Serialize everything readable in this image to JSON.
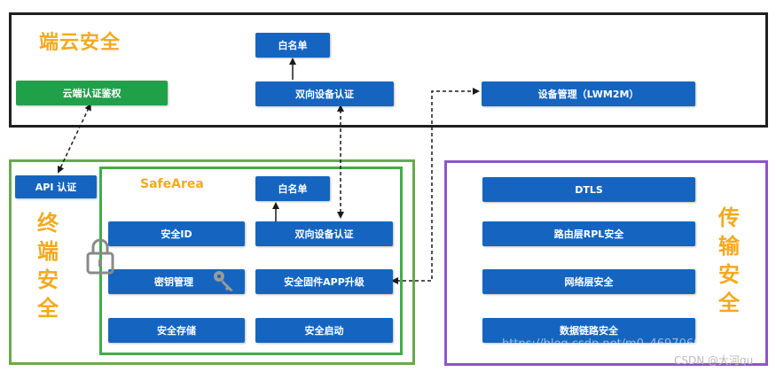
{
  "cloud_security": {
    "title": "端云安全",
    "whitelist": "白名单",
    "mutual_auth": "双向设备认证",
    "device_mgmt": "设备管理（LWM2M）",
    "cloud_auth": "云端认证鉴权"
  },
  "terminal_security": {
    "title": "终端安全",
    "api_auth": "API 认证",
    "safearea": {
      "title": "SafeArea",
      "whitelist": "白名单",
      "secure_id": "安全ID",
      "mutual_auth": "双向设备认证",
      "key_mgmt": "密钥管理",
      "firmware_upgrade": "安全固件APP升级",
      "secure_storage": "安全存储",
      "secure_boot": "安全启动"
    }
  },
  "transport_security": {
    "title": "传输安全",
    "items": [
      "DTLS",
      "路由层RPL安全",
      "网络层安全",
      "数据链路安全"
    ]
  },
  "watermark": "https://blog.csdn.net/m0_46970699",
  "footer_credit": "CSDN @大河qu",
  "colors": {
    "box_blue": "#1565c0",
    "box_green": "#21a04a",
    "title_orange": "#f3a91e",
    "cloud_border": "#1f1f1f",
    "terminal_border": "#6aa84f",
    "transport_border": "#8e55c9"
  },
  "icons": [
    "lock-icon",
    "key-icon"
  ]
}
